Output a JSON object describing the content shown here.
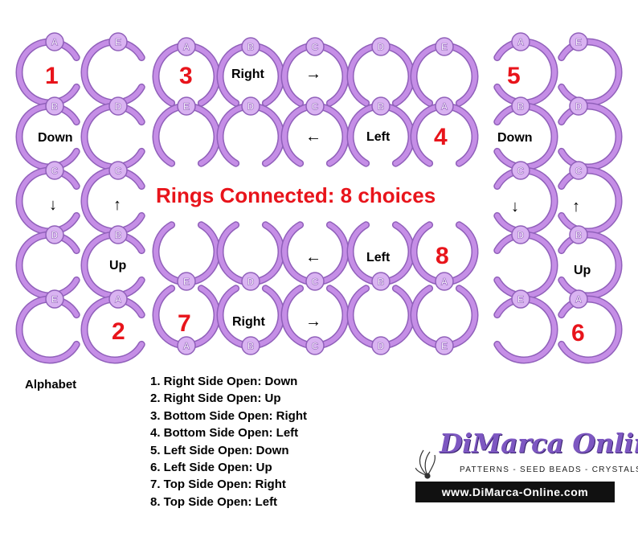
{
  "colors": {
    "ring": "#c58ee6",
    "ring_dark": "#9060ba",
    "bead": "#d9b3f1",
    "red": "#e8141b"
  },
  "title": "Rings Connected: 8 choices",
  "numbers": [
    "1",
    "2",
    "3",
    "4",
    "5",
    "6",
    "7",
    "8"
  ],
  "words": {
    "down_1": "Down",
    "up_2": "Up",
    "right_3": "Right",
    "left_4": "Left",
    "down_5": "Down",
    "up_6": "Up",
    "right_7": "Right",
    "left_8": "Left"
  },
  "arrows": {
    "down": "↓",
    "up": "↑",
    "right": "→",
    "left": "←"
  },
  "alphabet_label": "Alphabet",
  "letters": [
    "A",
    "B",
    "C",
    "D",
    "E"
  ],
  "choices": [
    "1. Right Side Open: Down",
    "2. Right Side Open: Up",
    "3. Bottom Side Open: Right",
    "4. Bottom Side Open: Left",
    "5. Left Side Open: Down",
    "6. Left Side Open: Up",
    "7. Top Side Open: Right",
    "8. Top Side Open: Left"
  ],
  "brand": {
    "name": "DiMarca Online",
    "tagline": "PATTERNS - SEED BEADS - CRYSTALS",
    "url": "www.DiMarca-Online.com"
  }
}
